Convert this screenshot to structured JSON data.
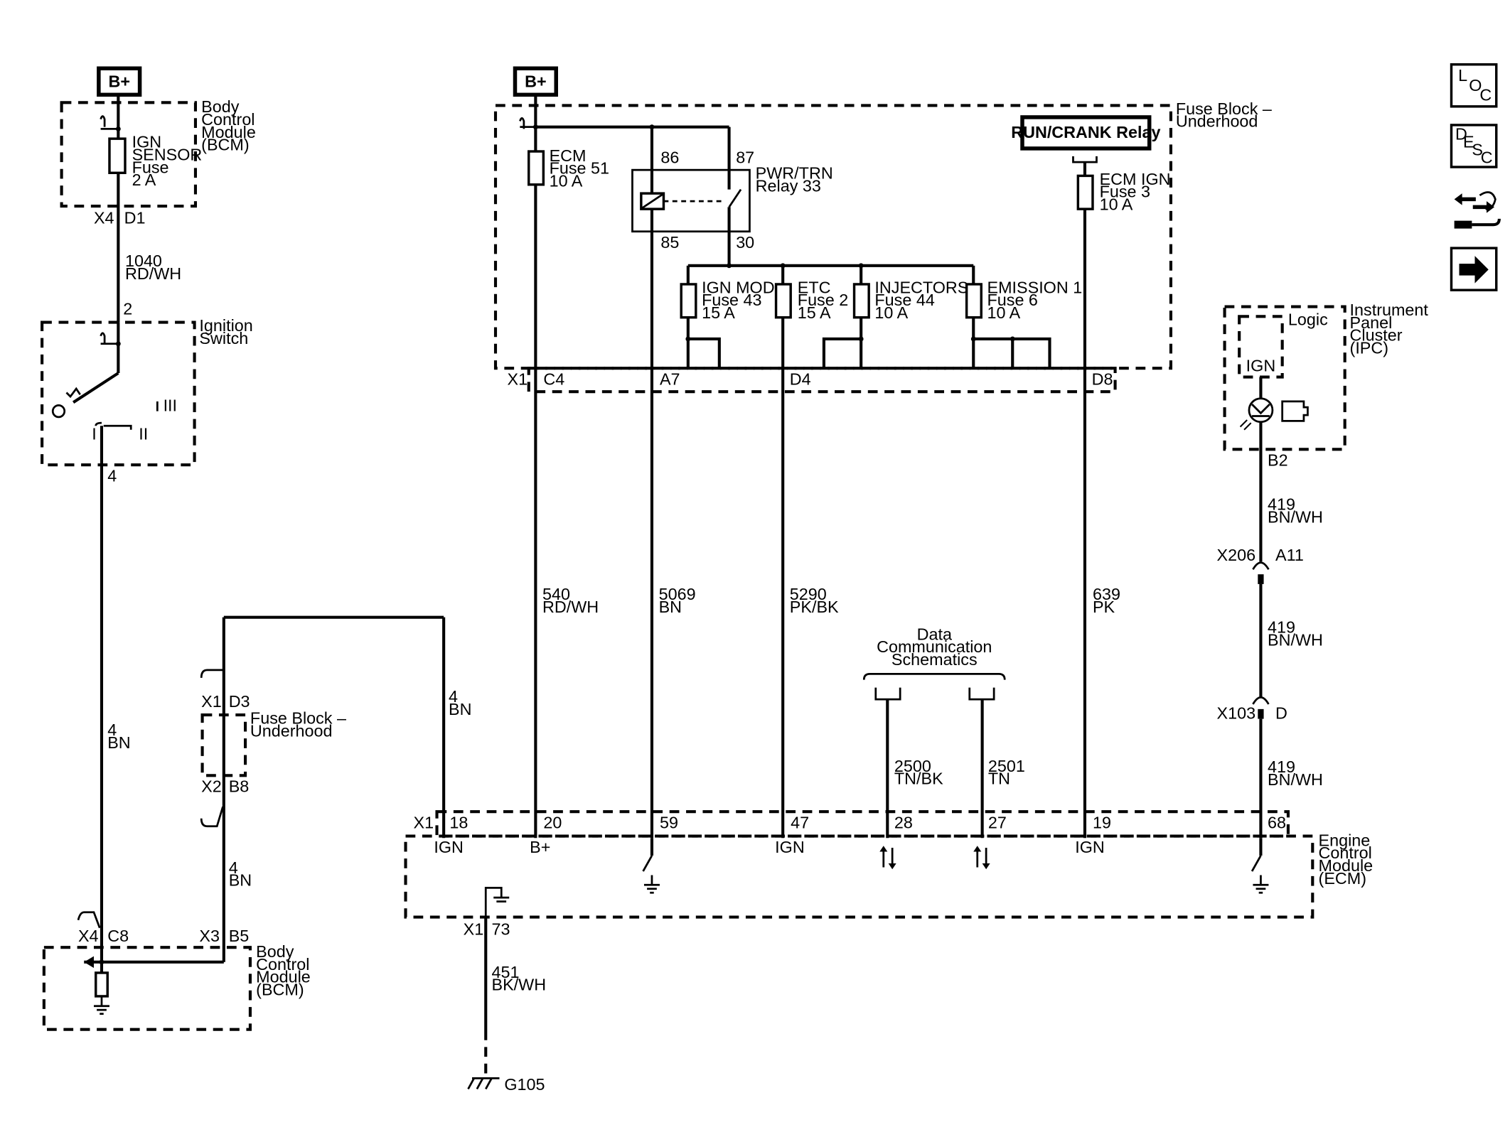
{
  "power": {
    "b_plus": "B+"
  },
  "bcm_top": {
    "title": "Body Control Module (BCM)",
    "title_lines": [
      "Body",
      "Control",
      "Module",
      "(BCM)"
    ],
    "fuse_lines": [
      "IGN",
      "SENSOR",
      "Fuse",
      "2 A"
    ],
    "connector": "X4",
    "pin": "D1"
  },
  "wire_1040": {
    "circuit": "1040",
    "color": "RD/WH"
  },
  "ignition_switch": {
    "title_lines": [
      "Ignition",
      "Switch"
    ],
    "pin_in": "2",
    "pin_out": "4",
    "pos_1": "I",
    "pos_2": "II",
    "pos_3": "III"
  },
  "wire_4_left": {
    "circuit": "4",
    "color": "BN"
  },
  "fuse_block": {
    "title_lines": [
      "Fuse Block –",
      "Underhood"
    ],
    "ecm_fuse": [
      "ECM",
      "Fuse 51",
      "10 A"
    ],
    "relay_lines": [
      "PWR/TRN",
      "Relay 33"
    ],
    "relay_pins": {
      "p86": "86",
      "p87": "87",
      "p85": "85",
      "p30": "30"
    },
    "run_crank": "RUN/CRANK Relay",
    "ecm_ign_fuse": [
      "ECM IGN",
      "Fuse 3",
      "10 A"
    ],
    "fuse_ign_mod": [
      "IGN MOD",
      "Fuse 43",
      "15 A"
    ],
    "fuse_etc": [
      "ETC",
      "Fuse 2",
      "15 A"
    ],
    "fuse_injectors": [
      "INJECTORS",
      "Fuse 44",
      "10 A"
    ],
    "fuse_emission": [
      "EMISSION 1",
      "Fuse 6",
      "10 A"
    ],
    "connector": "X1",
    "pins": {
      "c4": "C4",
      "a7": "A7",
      "d4": "D4",
      "d8": "D8"
    }
  },
  "wires_mid": {
    "w540": {
      "circuit": "540",
      "color": "RD/WH"
    },
    "w5069": {
      "circuit": "5069",
      "color": "BN"
    },
    "w5290": {
      "circuit": "5290",
      "color": "PK/BK"
    },
    "w639": {
      "circuit": "639",
      "color": "PK"
    }
  },
  "data_comm": {
    "title_lines": [
      "Data",
      "Communication",
      "Schematics"
    ],
    "w2500": {
      "circuit": "2500",
      "color": "TN/BK"
    },
    "w2501": {
      "circuit": "2501",
      "color": "TN"
    }
  },
  "ipc": {
    "title_lines": [
      "Instrument",
      "Panel",
      "Cluster",
      "(IPC)"
    ],
    "logic": "Logic",
    "ign": "IGN",
    "pin": "B2",
    "wire_a": {
      "circuit": "419",
      "color": "BN/WH"
    },
    "x206": "X206",
    "x206_pin": "A11",
    "wire_b": {
      "circuit": "419",
      "color": "BN/WH"
    },
    "x103": "X103",
    "x103_pin": "D",
    "wire_c": {
      "circuit": "419",
      "color": "BN/WH"
    }
  },
  "fuse_block_lower": {
    "title_lines": [
      "Fuse Block –",
      "Underhood"
    ],
    "x1": "X1",
    "d3": "D3",
    "x2": "X2",
    "b8": "B8",
    "wire_top": {
      "circuit": "4",
      "color": "BN"
    },
    "wire_bottom": {
      "circuit": "4",
      "color": "BN"
    }
  },
  "ecm": {
    "title_lines": [
      "Engine",
      "Control",
      "Module",
      "(ECM)"
    ],
    "connector": "X1",
    "pins": {
      "p18": "18",
      "p20": "20",
      "p59": "59",
      "p47": "47",
      "p28": "28",
      "p27": "27",
      "p19": "19",
      "p68": "68",
      "p73": "73"
    },
    "ign": "IGN",
    "bplus": "B+",
    "x1_lower": "X1"
  },
  "ground_wire": {
    "circuit": "451",
    "color": "BK/WH",
    "ground": "G105"
  },
  "bcm_bottom": {
    "title_lines": [
      "Body",
      "Control",
      "Module",
      "(BCM)"
    ],
    "x4": "X4",
    "c8": "C8",
    "x3": "X3",
    "b5": "B5"
  },
  "nav": {
    "loc": {
      "l": "L",
      "o": "O",
      "c": "C"
    },
    "desc": {
      "d": "D",
      "e": "E",
      "s": "S",
      "c": "C"
    },
    "icons": [
      "loc-icon",
      "desc-icon",
      "connector-tool-icon",
      "next-arrow-icon"
    ]
  }
}
